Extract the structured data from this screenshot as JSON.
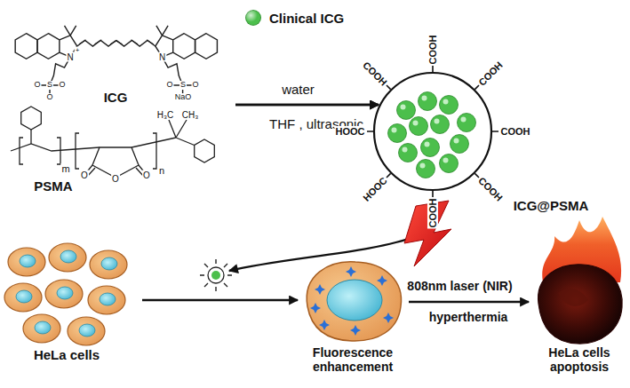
{
  "diagram": {
    "nodes": [
      {
        "text": [
          "ICG"
        ]
      },
      {
        "text": [
          "PSMA"
        ]
      },
      {
        "text": [
          "ICG@PSMA"
        ]
      },
      {
        "text": [
          "HeLa cells"
        ]
      },
      {
        "text": [
          "Fluorescence enhancement"
        ]
      },
      {
        "text": [
          "HeLa cells apoptosis"
        ]
      }
    ],
    "edges": [
      {
        "from": 0,
        "to": 2,
        "arrow": "to",
        "label": "water"
      },
      {
        "from": 1,
        "to": 2,
        "arrow": "to"
      },
      {
        "from": 3,
        "to": 4,
        "arrow": "to"
      },
      {
        "from": 4,
        "to": 5,
        "arrow": "to",
        "label": "808nm laser (NIR)"
      }
    ],
    "labels": [
      "THF , ultrasonic",
      "COOH",
      "COOH",
      "COOH",
      "HOOC",
      "COOH",
      "HOOC",
      "COOH",
      "COOH",
      "hyperthermia",
      "N",
      "+",
      "O",
      "S",
      "O",
      "O",
      "N",
      "O",
      "S",
      "O",
      "NaO",
      "H₃C",
      "CH₃",
      "m",
      "O",
      "O",
      "O",
      "n"
    ],
    "legend": [
      {
        "text": "Clinical ICG",
        "color": "#4cbf4c"
      }
    ]
  }
}
